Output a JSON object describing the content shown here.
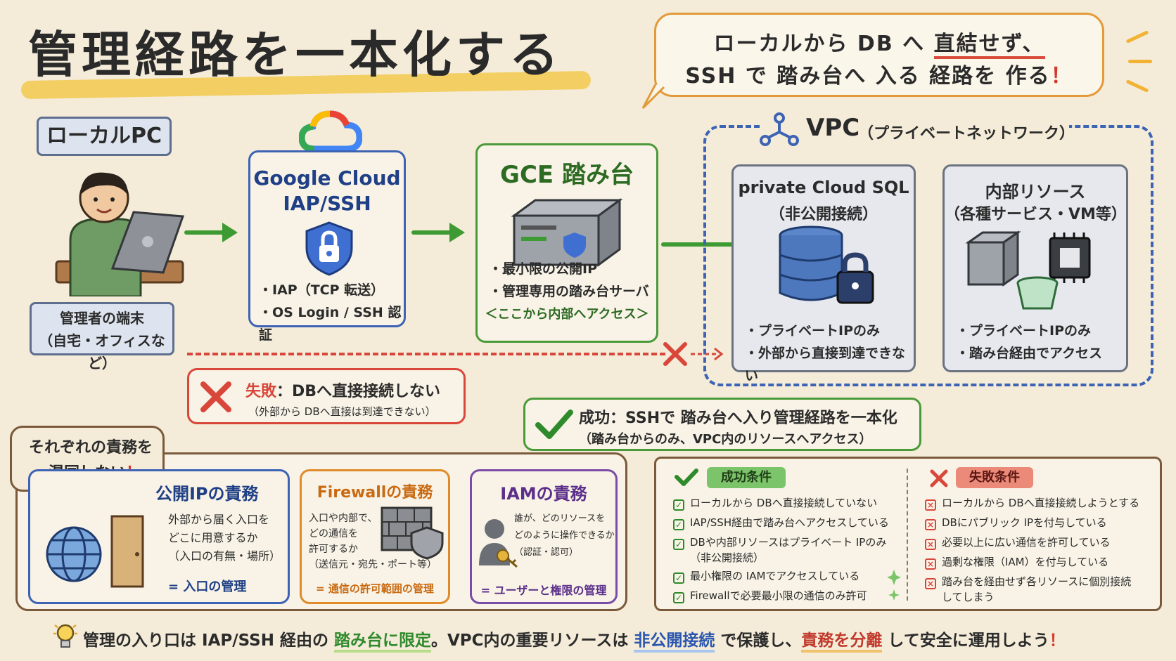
{
  "title": "管理経路を一本化する",
  "callout": {
    "line1_pre": "ローカルから DB へ ",
    "line1_highlight": "直結せず、",
    "line2": "SSH で 踏み台へ 入る 経路を 作る",
    "exclaim": "！"
  },
  "local_pc": {
    "label": "ローカルPC",
    "caption_line1": "管理者の端末",
    "caption_line2": "（自宅・オフィスなど）"
  },
  "iap": {
    "title_line1": "Google Cloud",
    "title_line2": "IAP/SSH",
    "bullets": [
      "・IAP（TCP 転送）",
      "・OS Login / SSH 認証"
    ]
  },
  "gce": {
    "title": "GCE 踏み台",
    "bullets": [
      "・最小限の公開IP",
      "・管理専用の踏み台サーバ"
    ],
    "note": "＜ここから内部へアクセス＞"
  },
  "vpc": {
    "title": "VPC",
    "subtitle": "（プライベートネットワーク）",
    "sql": {
      "title_line1": "private  Cloud SQL",
      "title_line2": "（非公開接続）",
      "bullets": [
        "・プライベートIPのみ",
        "・外部から直接到達できない"
      ]
    },
    "internal": {
      "title_line1": "内部リソース",
      "title_line2": "（各種サービス・VM等）",
      "bullets": [
        "・プライベートIPのみ",
        "・踏み台経由でアクセス"
      ]
    }
  },
  "fail": {
    "label": "失敗",
    "text": "：DBへ直接接続しない",
    "sub": "（外部から DBへ直接は到達できない）"
  },
  "success": {
    "text": "成功：SSHで 踏み台へ入り管理経路を一本化",
    "sub": "（踏み台からのみ、VPC内のリソースへアクセス）"
  },
  "responsibility": {
    "heading_line1": "それぞれの責務を",
    "heading_line2": "混同しない",
    "exclaim": "！",
    "public_ip": {
      "title": "公開IPの責務",
      "lines": [
        "外部から届く入口を",
        "どこに用意するか",
        "（入口の有無・場所）"
      ],
      "summary": "= 入口の管理"
    },
    "firewall": {
      "title": "Firewallの責務",
      "lines": [
        "入口や内部で、",
        "どの通信を",
        "許可するか",
        "（送信元・宛先・ポート等）"
      ],
      "summary": "= 通信の許可範囲の管理"
    },
    "iam": {
      "title": "IAMの責務",
      "lines": [
        "誰が、どのリソースを",
        "どのように操作できるか",
        "（認証・認可）"
      ],
      "summary": "= ユーザーと権限の管理"
    }
  },
  "conditions": {
    "success_label": "成功条件",
    "success_items": [
      "ローカルから DBへ直接接続していない",
      "IAP/SSH経由で踏み台へアクセスしている",
      "DBや内部リソースはプライベート IPのみ",
      "（非公開接続）",
      "最小権限の IAMでアクセスしている",
      "Firewallで必要最小限の通信のみ許可"
    ],
    "fail_label": "失敗条件",
    "fail_items": [
      "ローカルから DBへ直接接続しようとする",
      "DBにパブリック IPを付与している",
      "必要以上に広い通信を許可している",
      "過剰な権限（IAM）を付与している",
      "踏み台を経由せず各リソースに個別接続",
      "してしまう"
    ]
  },
  "bottom": {
    "t1": "管理の入り口は IAP/SSH 経由の ",
    "h1": "踏み台に限定",
    "t2": "。VPC内の重要リソースは ",
    "h2": "非公開接続",
    "t3": " で保護し、",
    "h3": "責務を分離",
    "t4": " して安全に運用しよう",
    "exclaim": "！"
  }
}
